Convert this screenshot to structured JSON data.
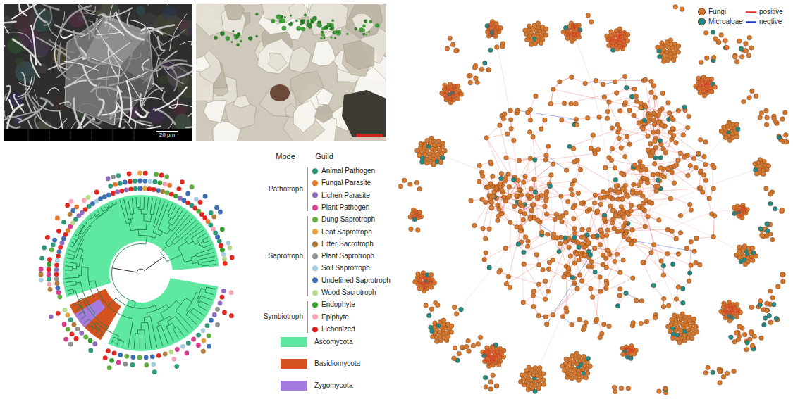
{
  "diagram": {
    "labels": [
      "20 μm",
      "Mode",
      "Guild",
      "Pathotroph",
      "Saprotroph",
      "Symbiotroph"
    ],
    "legend": [
      {
        "text": "Animal Pathogen",
        "color": "#2b9a78"
      },
      {
        "text": "Fungal Parasite",
        "color": "#e0792f"
      },
      {
        "text": "Lichen Parasite",
        "color": "#8e6bbf"
      },
      {
        "text": "Plant Pathogen",
        "color": "#d63d8c"
      },
      {
        "text": "Dung Saprotroph",
        "color": "#5fae3e"
      },
      {
        "text": "Leaf Saprotroph",
        "color": "#e9a23b"
      },
      {
        "text": "Litter Sacrotroph",
        "color": "#b07a3a"
      },
      {
        "text": "Plant Saprotroph",
        "color": "#8f8f8f"
      },
      {
        "text": "Soil Saprotroph",
        "color": "#a6cee3"
      },
      {
        "text": "Undefined Saprotroph",
        "color": "#3d6fb5"
      },
      {
        "text": "Wood Sacrotroph",
        "color": "#b5d88b"
      },
      {
        "text": "Endophyte",
        "color": "#33a02c"
      },
      {
        "text": "Epiphyte",
        "color": "#f7a5b5"
      },
      {
        "text": "Lichenized",
        "color": "#e3261f"
      },
      {
        "text": "Ascomycota",
        "color": "#5ee8a2"
      },
      {
        "text": "Basidiomycota",
        "color": "#d4521e"
      },
      {
        "text": "Zygomycota",
        "color": "#a57be0"
      },
      {
        "text": "Fungi",
        "color": "#d4782f"
      },
      {
        "text": "Microalgae",
        "color": "#1f8a86"
      },
      {
        "text": "positive"
      },
      {
        "text": "negtive"
      }
    ]
  }
}
